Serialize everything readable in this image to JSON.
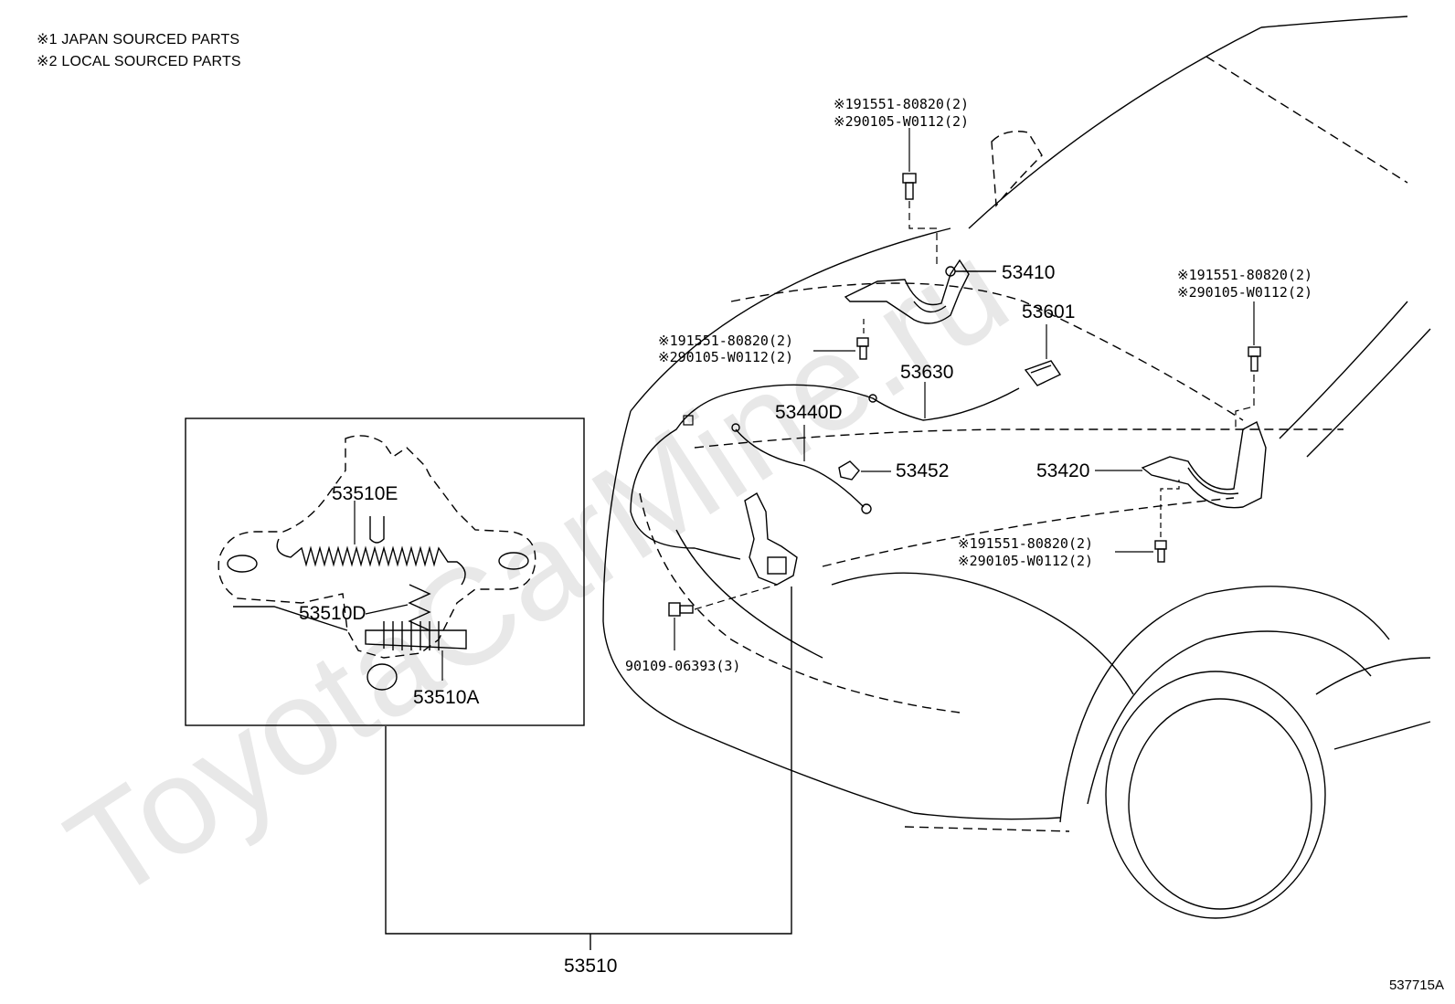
{
  "notes": [
    "※1 JAPAN SOURCED PARTS",
    "※2 LOCAL SOURCED PARTS"
  ],
  "watermark": "ToyotaCarMine.ru",
  "diagram_code": "537715A",
  "parts": {
    "p53410": "53410",
    "p53601": "53601",
    "p53630": "53630",
    "p53440d": "53440D",
    "p53452": "53452",
    "p53420": "53420",
    "p53510": "53510",
    "p53510e": "53510E",
    "p53510d": "53510D",
    "p53510a": "53510A",
    "p90109": "90109-06393(3)"
  },
  "bolt_callouts": {
    "top_a": "※191551-80820(2)",
    "top_b": "※290105-W0112(2)",
    "mid_a": "※191551-80820(2)",
    "mid_b": "※290105-W0112(2)",
    "right_a": "※191551-80820(2)",
    "right_b": "※290105-W0112(2)",
    "low_a": "※191551-80820(2)",
    "low_b": "※290105-W0112(2)"
  }
}
